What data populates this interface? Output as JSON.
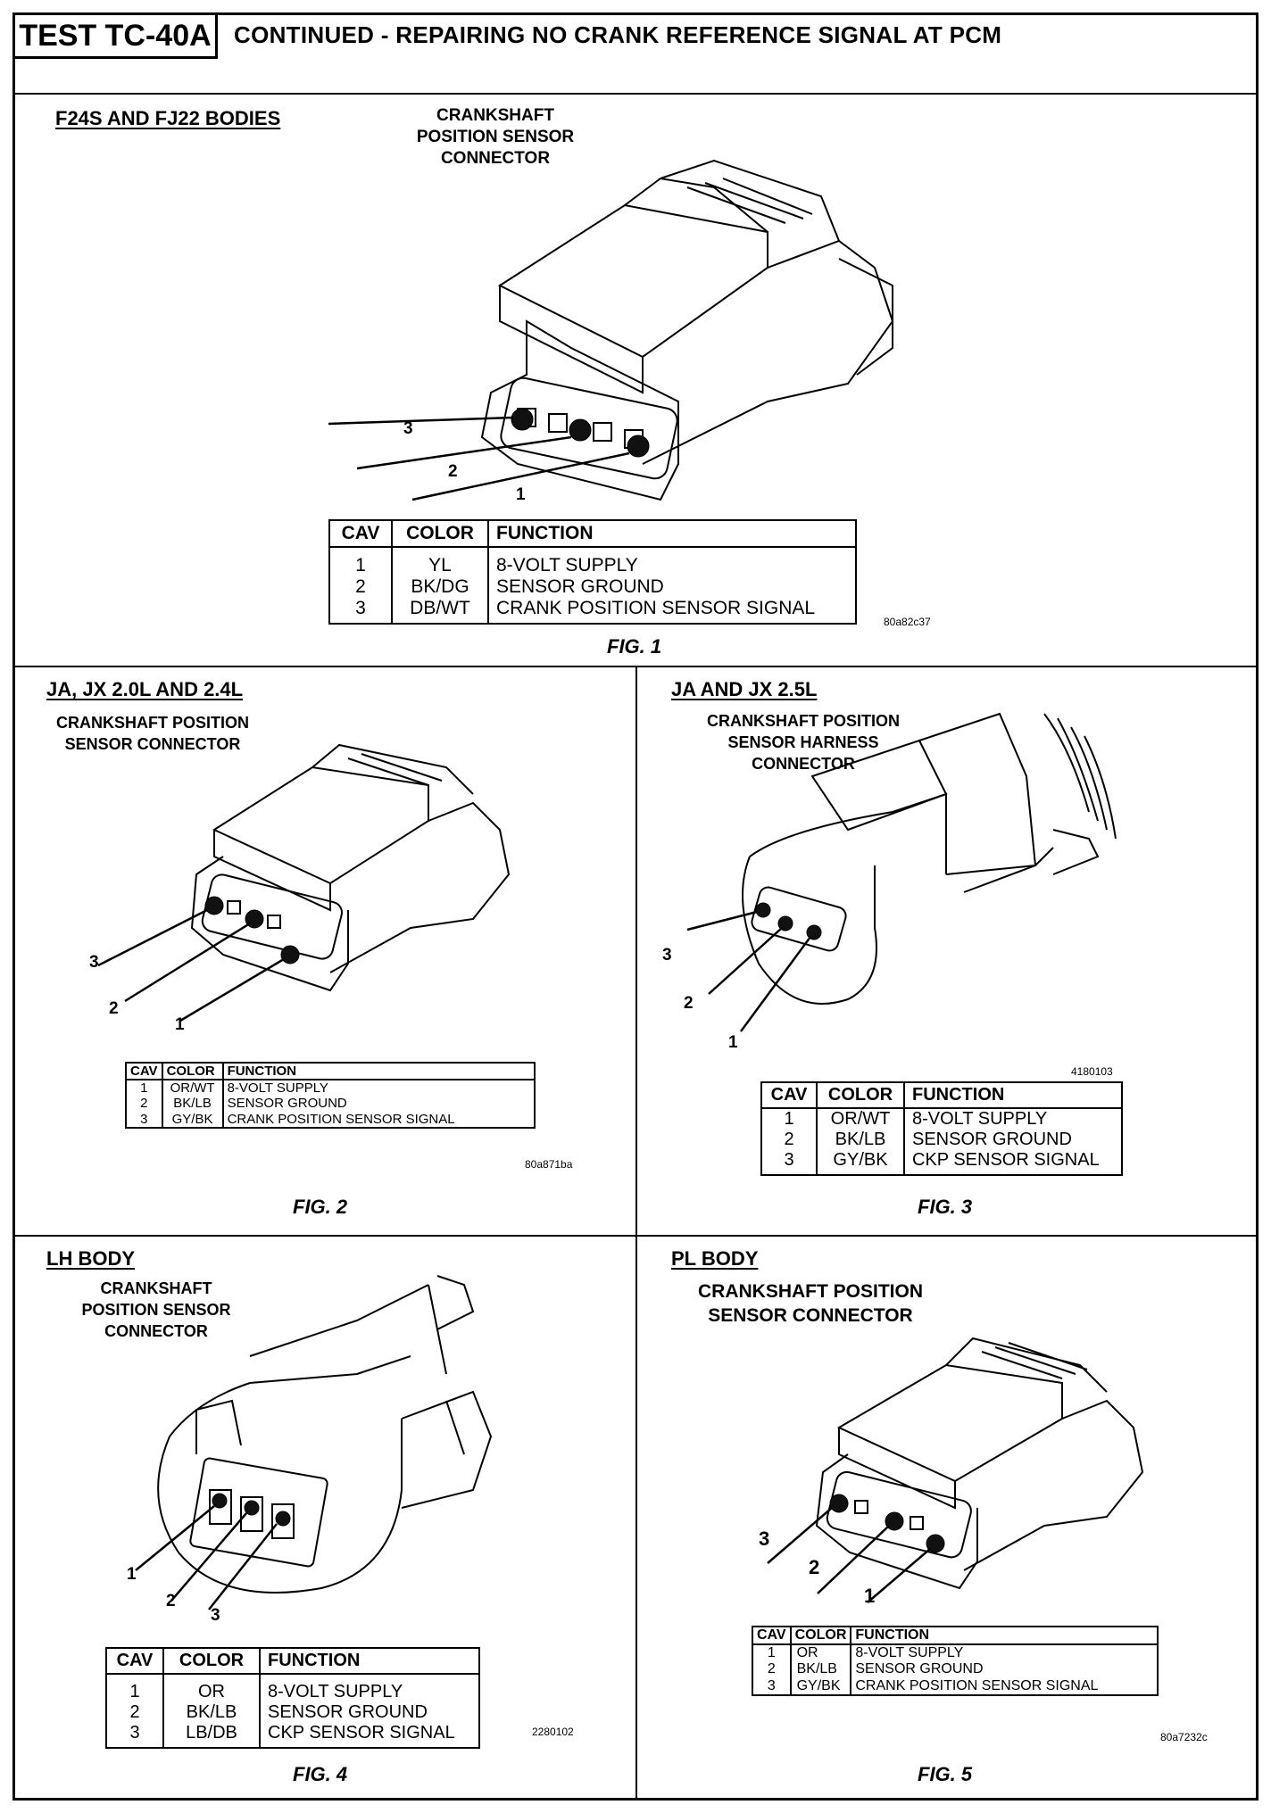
{
  "header": {
    "test_id": "TEST TC-40A",
    "title": "CONTINUED - REPAIRING NO CRANK REFERENCE SIGNAL AT PCM"
  },
  "sections": [
    {
      "heading": "F24S AND FJ22 BODIES",
      "connector_label": [
        "CRANKSHAFT",
        "POSITION SENSOR",
        "CONNECTOR"
      ],
      "figure": "FIG. 1",
      "code": "80a82c37",
      "table": {
        "headers": [
          "CAV",
          "COLOR",
          "FUNCTION"
        ],
        "rows": [
          [
            "1",
            "YL",
            "8-VOLT SUPPLY"
          ],
          [
            "2",
            "BK/DG",
            "SENSOR GROUND"
          ],
          [
            "3",
            "DB/WT",
            "CRANK POSITION SENSOR SIGNAL"
          ]
        ]
      }
    },
    {
      "heading": "JA, JX 2.0L AND 2.4L",
      "connector_label": [
        "CRANKSHAFT POSITION",
        "SENSOR CONNECTOR"
      ],
      "figure": "FIG. 2",
      "code": "80a871ba",
      "table": {
        "headers": [
          "CAV",
          "COLOR",
          "FUNCTION"
        ],
        "rows": [
          [
            "1",
            "OR/WT",
            "8-VOLT SUPPLY"
          ],
          [
            "2",
            "BK/LB",
            "SENSOR GROUND"
          ],
          [
            "3",
            "GY/BK",
            "CRANK POSITION SENSOR SIGNAL"
          ]
        ]
      }
    },
    {
      "heading": "JA AND JX 2.5L",
      "connector_label": [
        "CRANKSHAFT POSITION",
        "SENSOR HARNESS",
        "CONNECTOR"
      ],
      "figure": "FIG. 3",
      "code": "4180103",
      "table": {
        "headers": [
          "CAV",
          "COLOR",
          "FUNCTION"
        ],
        "rows": [
          [
            "1",
            "OR/WT",
            "8-VOLT SUPPLY"
          ],
          [
            "2",
            "BK/LB",
            "SENSOR GROUND"
          ],
          [
            "3",
            "GY/BK",
            "CKP SENSOR SIGNAL"
          ]
        ]
      }
    },
    {
      "heading": "LH BODY",
      "connector_label": [
        "CRANKSHAFT",
        "POSITION SENSOR",
        "CONNECTOR"
      ],
      "figure": "FIG. 4",
      "code": "2280102",
      "table": {
        "headers": [
          "CAV",
          "COLOR",
          "FUNCTION"
        ],
        "rows": [
          [
            "1",
            "OR",
            "8-VOLT SUPPLY"
          ],
          [
            "2",
            "BK/LB",
            "SENSOR GROUND"
          ],
          [
            "3",
            "LB/DB",
            "CKP SENSOR SIGNAL"
          ]
        ]
      }
    },
    {
      "heading": "PL BODY",
      "connector_label": [
        "CRANKSHAFT POSITION",
        "SENSOR CONNECTOR"
      ],
      "figure": "FIG. 5",
      "code": "80a7232c",
      "table": {
        "headers": [
          "CAV",
          "COLOR",
          "FUNCTION"
        ],
        "rows": [
          [
            "1",
            "OR",
            "8-VOLT SUPPLY"
          ],
          [
            "2",
            "BK/LB",
            "SENSOR GROUND"
          ],
          [
            "3",
            "GY/BK",
            "CRANK POSITION SENSOR SIGNAL"
          ]
        ]
      }
    }
  ],
  "pin_numbers": [
    "1",
    "2",
    "3"
  ]
}
